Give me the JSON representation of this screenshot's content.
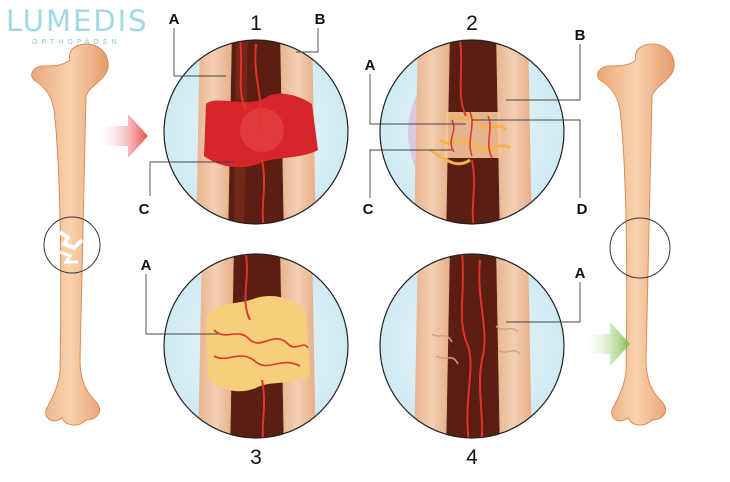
{
  "logo": {
    "name": "LUMEDIS",
    "sub": "ORTHOPÄDEN"
  },
  "panels": [
    {
      "number": "1",
      "labels": [
        "A",
        "B",
        "C"
      ]
    },
    {
      "number": "2",
      "labels": [
        "A",
        "B",
        "C",
        "D"
      ]
    },
    {
      "number": "3",
      "labels": [
        "A"
      ]
    },
    {
      "number": "4",
      "labels": [
        "A"
      ]
    }
  ],
  "colors": {
    "bone": "#f4c49a",
    "marrow": "#5a1f12",
    "blood": "#d7262a",
    "callus": "#f6cf7a",
    "arrow_in": "#e84a4a",
    "arrow_out": "#7dc04a",
    "circle_bg": "#d7eef5"
  }
}
